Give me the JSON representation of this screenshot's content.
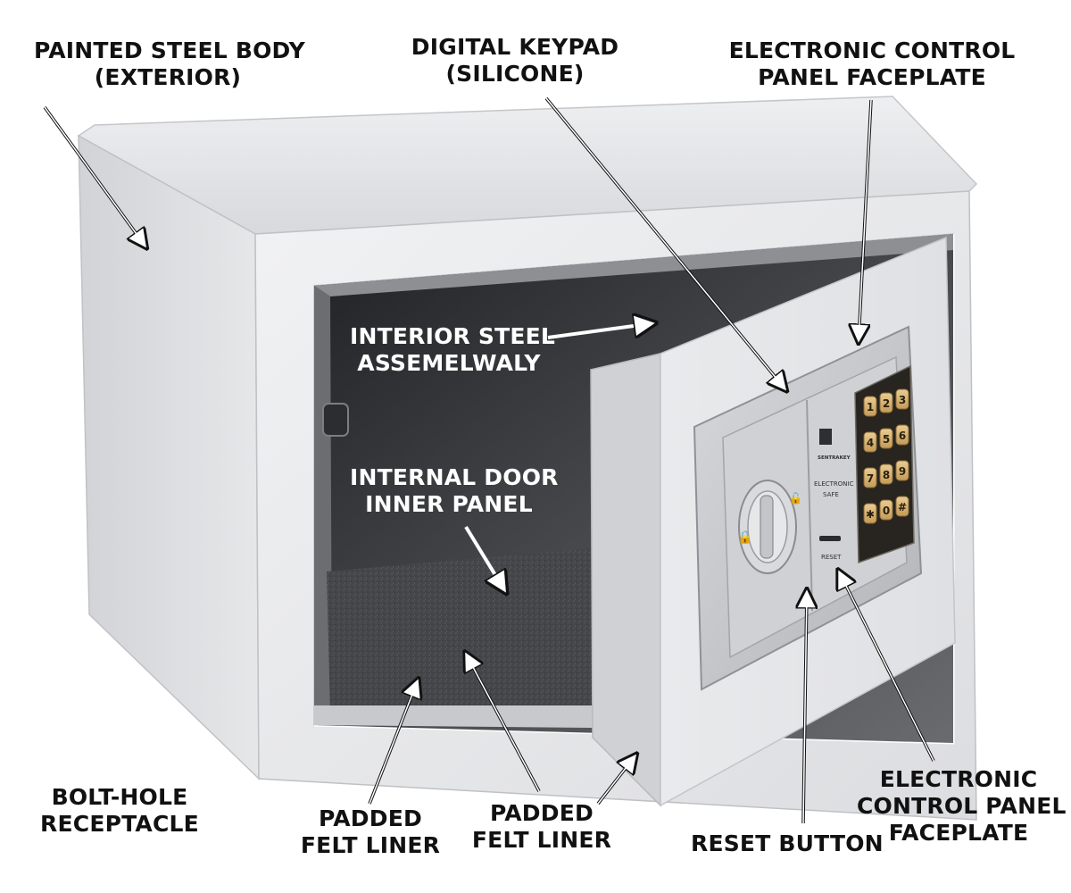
{
  "colors": {
    "steel_body": "#e4e5e7",
    "steel_shadow": "#b9bbbf",
    "interior": "#3c3d40",
    "felt": "#4a4b4e",
    "panel": "#c9cbce",
    "keypad": "#2a2724",
    "key": "#d9b779",
    "label_text": "#111111",
    "label_text_dark_bg": "#ffffff"
  },
  "callouts": [
    {
      "id": "painted-steel-body",
      "lines": [
        "PAINTED STEEL BODY",
        "(EXTERIOR)"
      ]
    },
    {
      "id": "digital-keypad",
      "lines": [
        "DIGITAL KEYPAD",
        "(SILICONE)"
      ]
    },
    {
      "id": "control-panel-faceplate-top",
      "lines": [
        "ELECTRONIC CONTROL",
        "PANEL FACEPLATE"
      ]
    },
    {
      "id": "interior-steel-assembly",
      "lines": [
        "INTERIOR STEEL",
        "ASSEMELWALY"
      ]
    },
    {
      "id": "internal-door-inner-panel",
      "lines": [
        "INTERNAL DOOR",
        "INNER PANEL"
      ]
    },
    {
      "id": "bolt-hole-receptacle",
      "lines": [
        "BOLT-HOLE",
        "RECEPTACLE"
      ]
    },
    {
      "id": "padded-felt-liner-left",
      "lines": [
        "PADDED",
        "FELT LINER"
      ]
    },
    {
      "id": "padded-felt-liner-right",
      "lines": [
        "PADDED",
        "FELT LINER"
      ]
    },
    {
      "id": "reset-button",
      "lines": [
        "RESET BUTTON"
      ]
    },
    {
      "id": "control-panel-faceplate-bottom",
      "lines": [
        "ELECTRONIC",
        "CONTROL PANEL",
        "FACEPLATE"
      ]
    }
  ],
  "device": {
    "keypad_keys": [
      "1",
      "2",
      "3",
      "4",
      "5",
      "6",
      "7",
      "8",
      "9",
      "✱",
      "0",
      "#"
    ],
    "brand_text": "SENTRAKEY",
    "panel_text": [
      "ELECTRONIC",
      "SAFE"
    ],
    "reset_text": "RESET"
  }
}
